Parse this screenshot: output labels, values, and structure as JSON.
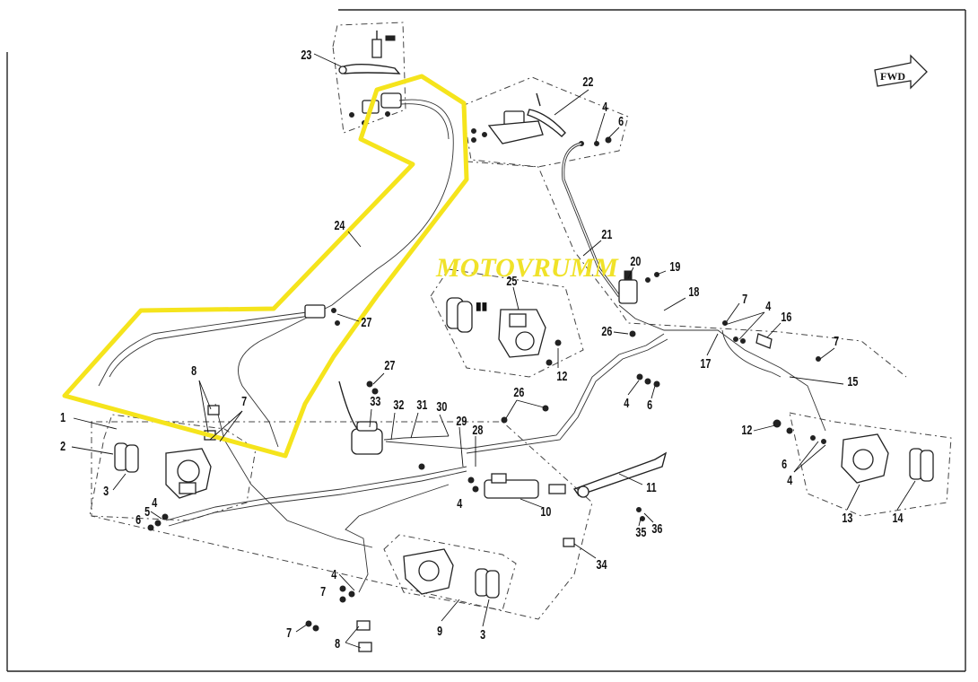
{
  "watermark": "MOTOVRUMM",
  "fwd_label": "FWD",
  "callouts": [
    "1",
    "2",
    "3",
    "3",
    "4",
    "4",
    "4",
    "4",
    "4",
    "4",
    "4",
    "5",
    "6",
    "6",
    "6",
    "6",
    "7",
    "7",
    "7",
    "7",
    "7",
    "8",
    "8",
    "9",
    "10",
    "11",
    "12",
    "12",
    "13",
    "14",
    "15",
    "16",
    "17",
    "18",
    "19",
    "20",
    "21",
    "22",
    "23",
    "24",
    "25",
    "26",
    "26",
    "27",
    "27",
    "28",
    "29",
    "30",
    "31",
    "32",
    "33",
    "34",
    "35",
    "36"
  ],
  "colors": {
    "highlight": "#f5e41c",
    "watermark": "#f0e11e",
    "line": "#222222"
  }
}
